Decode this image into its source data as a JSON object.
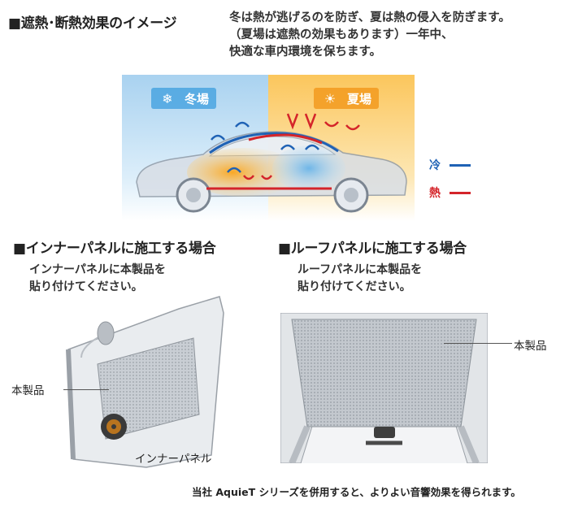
{
  "header": {
    "title": "■遮熱･断熱効果のイメージ",
    "description_lines": [
      "冬は熱が逃げるのを防ぎ、夏は熱の侵入を防ぎます。",
      "（夏場は遮熱の効果もあります）一年中、",
      "快適な車内環境を保ちます。"
    ]
  },
  "car_diagram": {
    "winter_label": "冬場",
    "summer_label": "夏場",
    "legend": {
      "cold_label": "冷",
      "heat_label": "熱"
    },
    "colors": {
      "cold": "#1f62b5",
      "heat": "#d4242a",
      "winter_bg": "#b9dcf3",
      "summer_bg": "#fbd67c"
    }
  },
  "inner_panel": {
    "title": "■インナーパネルに施工する場合",
    "desc_lines": [
      "インナーパネルに本製品を",
      "貼り付けてください。"
    ],
    "product_label": "本製品",
    "panel_label": "インナーパネル"
  },
  "roof_panel": {
    "title": "■ルーフパネルに施工する場合",
    "desc_lines": [
      "ルーフパネルに本製品を",
      "貼り付けてください。"
    ],
    "product_label": "本製品"
  },
  "footer": {
    "note": "当社 AquieT シリーズを併用すると、よりよい音響効果を得られます。"
  }
}
